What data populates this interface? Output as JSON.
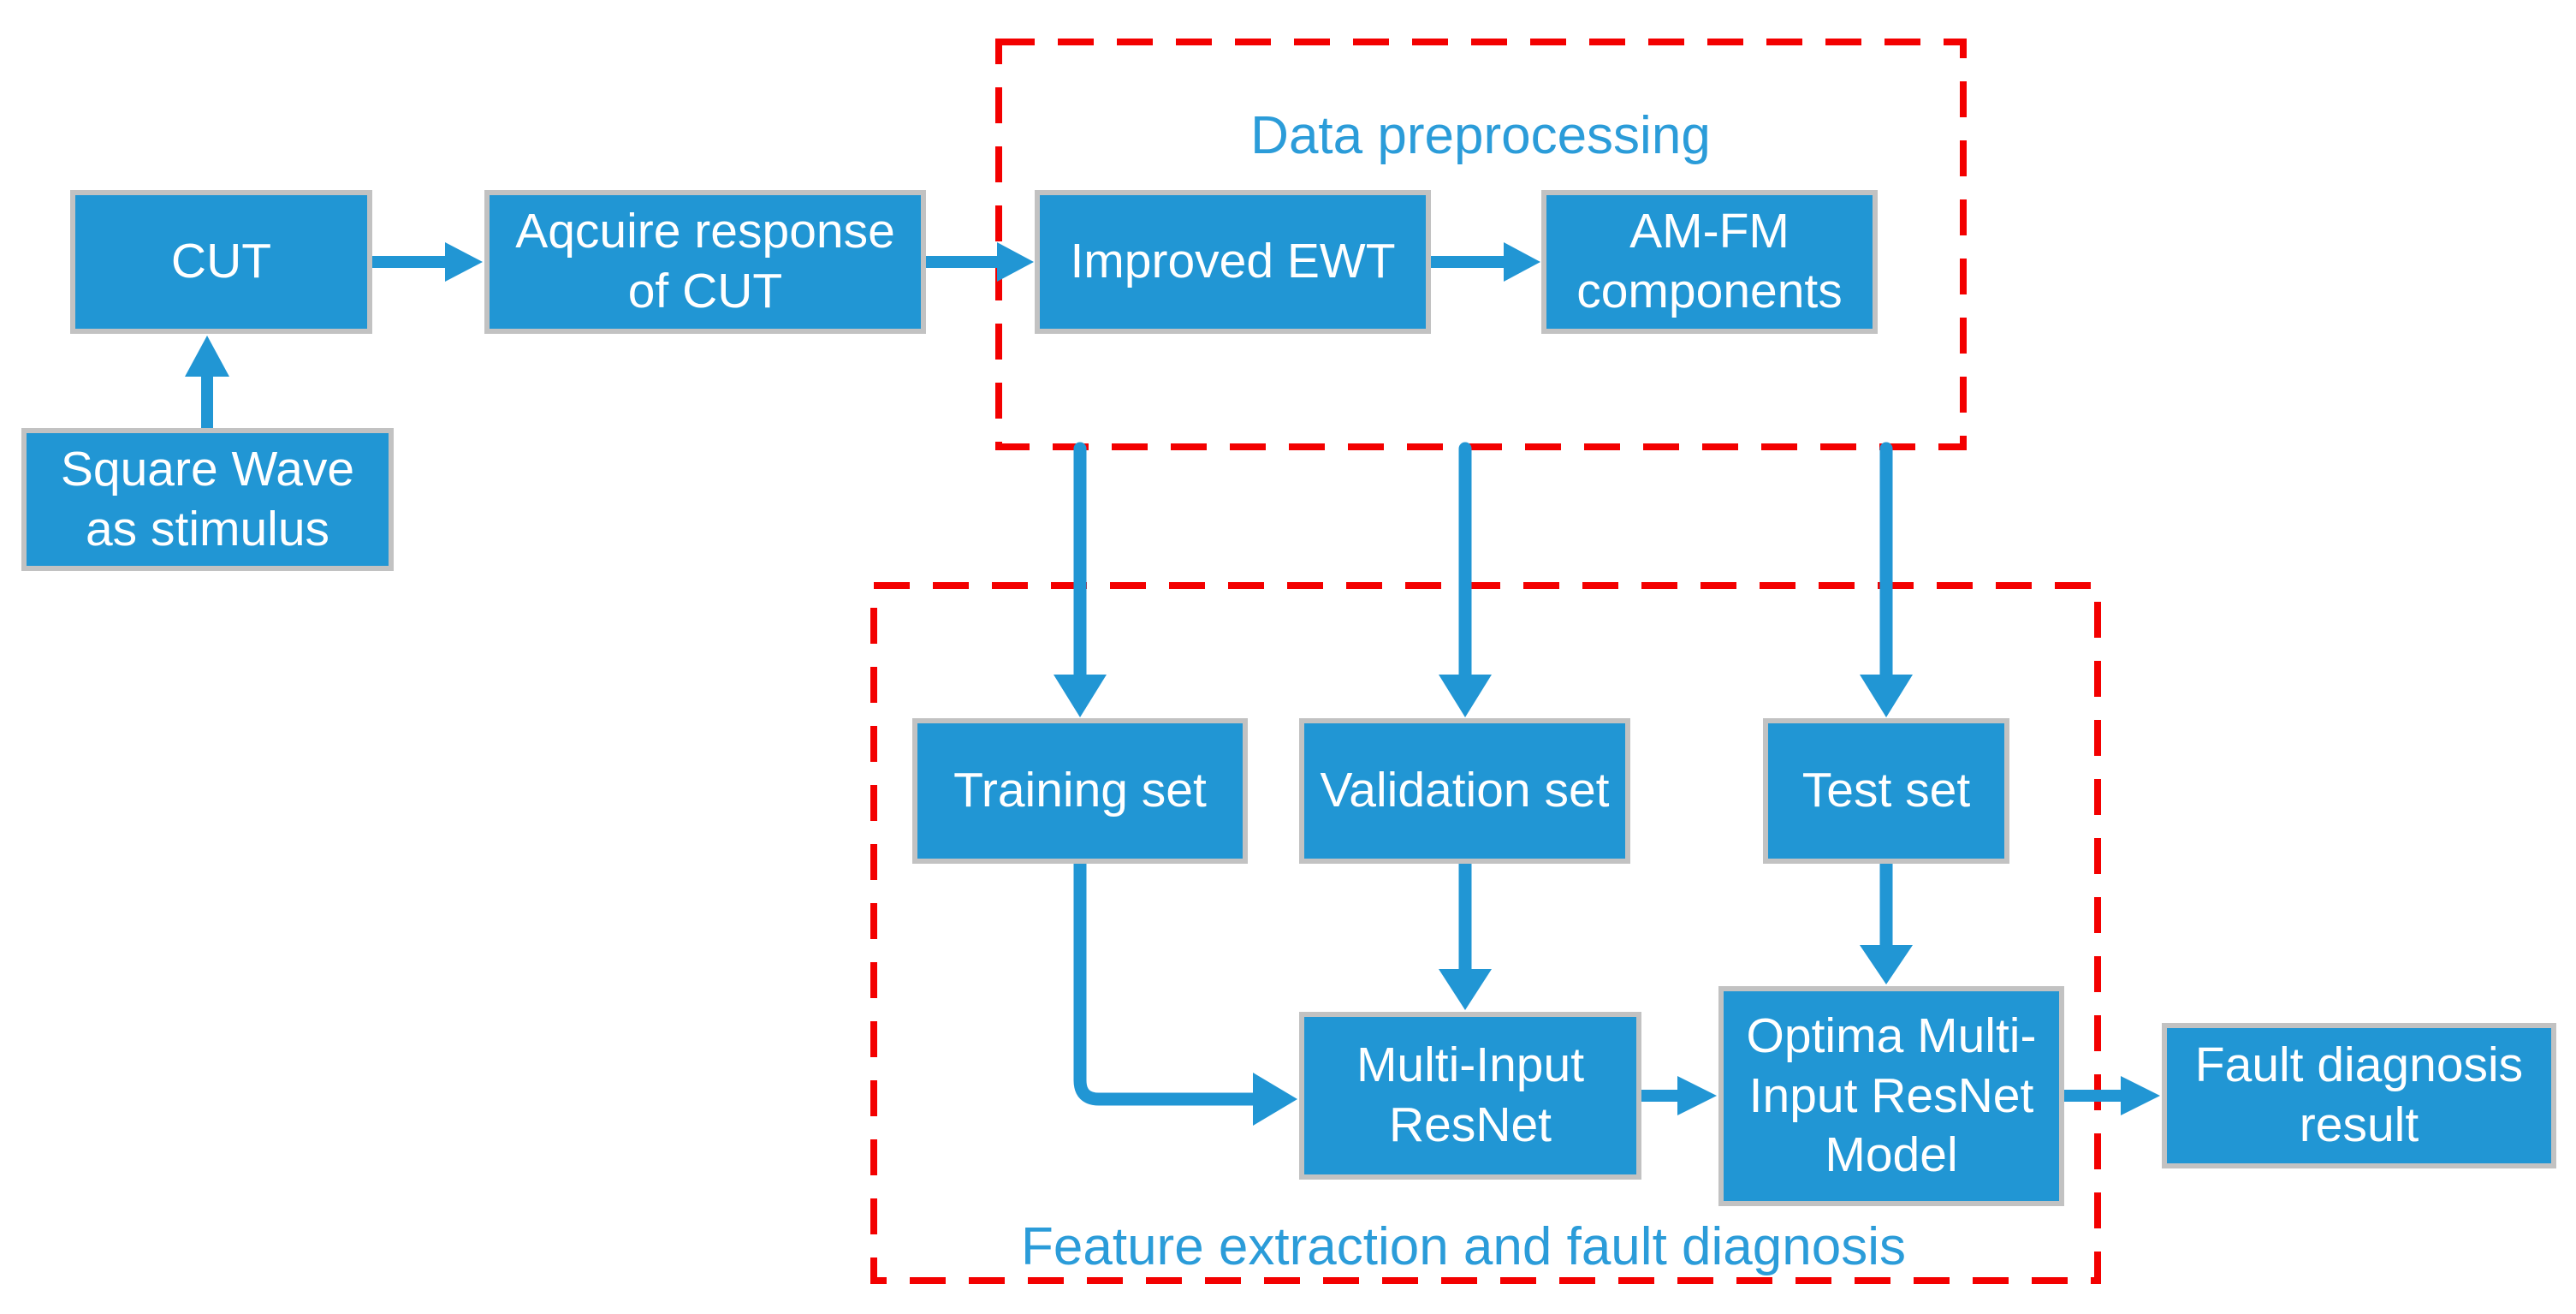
{
  "diagram": {
    "nodes": {
      "cut": {
        "label": "CUT"
      },
      "square_wave": {
        "label": "Square Wave as stimulus"
      },
      "acquire": {
        "label": "Aqcuire response of CUT"
      },
      "improved_ewt": {
        "label": "Improved EWT"
      },
      "am_fm": {
        "label": "AM-FM components"
      },
      "training": {
        "label": "Training set"
      },
      "validation": {
        "label": "Validation set"
      },
      "test": {
        "label": "Test set"
      },
      "resnet": {
        "label": "Multi-Input ResNet"
      },
      "optima": {
        "label": "Optima Multi-Input ResNet Model"
      },
      "fault_result": {
        "label": "Fault diagnosis result"
      }
    },
    "groups": {
      "preprocessing": {
        "label": "Data preprocessing"
      },
      "feature": {
        "label": "Feature extraction and fault diagnosis"
      }
    },
    "edges": [
      {
        "from": "square_wave",
        "to": "cut"
      },
      {
        "from": "cut",
        "to": "acquire"
      },
      {
        "from": "acquire",
        "to": "improved_ewt"
      },
      {
        "from": "improved_ewt",
        "to": "am_fm"
      },
      {
        "from": "preprocessing",
        "to": "training"
      },
      {
        "from": "preprocessing",
        "to": "validation"
      },
      {
        "from": "preprocessing",
        "to": "test"
      },
      {
        "from": "training",
        "to": "resnet"
      },
      {
        "from": "validation",
        "to": "resnet"
      },
      {
        "from": "test",
        "to": "optima"
      },
      {
        "from": "resnet",
        "to": "optima"
      },
      {
        "from": "optima",
        "to": "fault_result"
      }
    ],
    "colors": {
      "node_fill": "#2196d4",
      "node_border": "#c2c2c2",
      "node_text": "#ffffff",
      "arrow": "#2196d4",
      "group_border": "#f30000",
      "group_label": "#2b9cd9"
    }
  }
}
